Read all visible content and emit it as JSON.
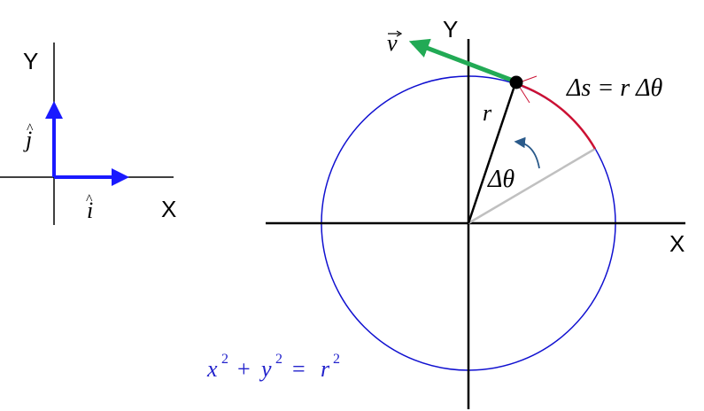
{
  "basis": {
    "y_label": "Y",
    "x_label": "X",
    "j_hat": "j",
    "i_hat": "i",
    "hat_mark": "^"
  },
  "circle_figure": {
    "y_label": "Y",
    "x_label": "X",
    "velocity_label": "v",
    "radius_label": "r",
    "angle_label": "Δθ",
    "arc_length": "Δs = r Δθ",
    "equation": {
      "x": "x",
      "y": "y",
      "r": "r",
      "exp": "2",
      "plus": "+",
      "equals": "="
    }
  },
  "colors": {
    "axes": "#000000",
    "basis_vectors": "#1a1aff",
    "circle": "#1010d0",
    "arc": "#cc1133",
    "velocity": "#22aa55",
    "reference_line": "#c0c0c0",
    "angle_arrow": "#2a5a8a",
    "equation_text": "#2222cc"
  }
}
